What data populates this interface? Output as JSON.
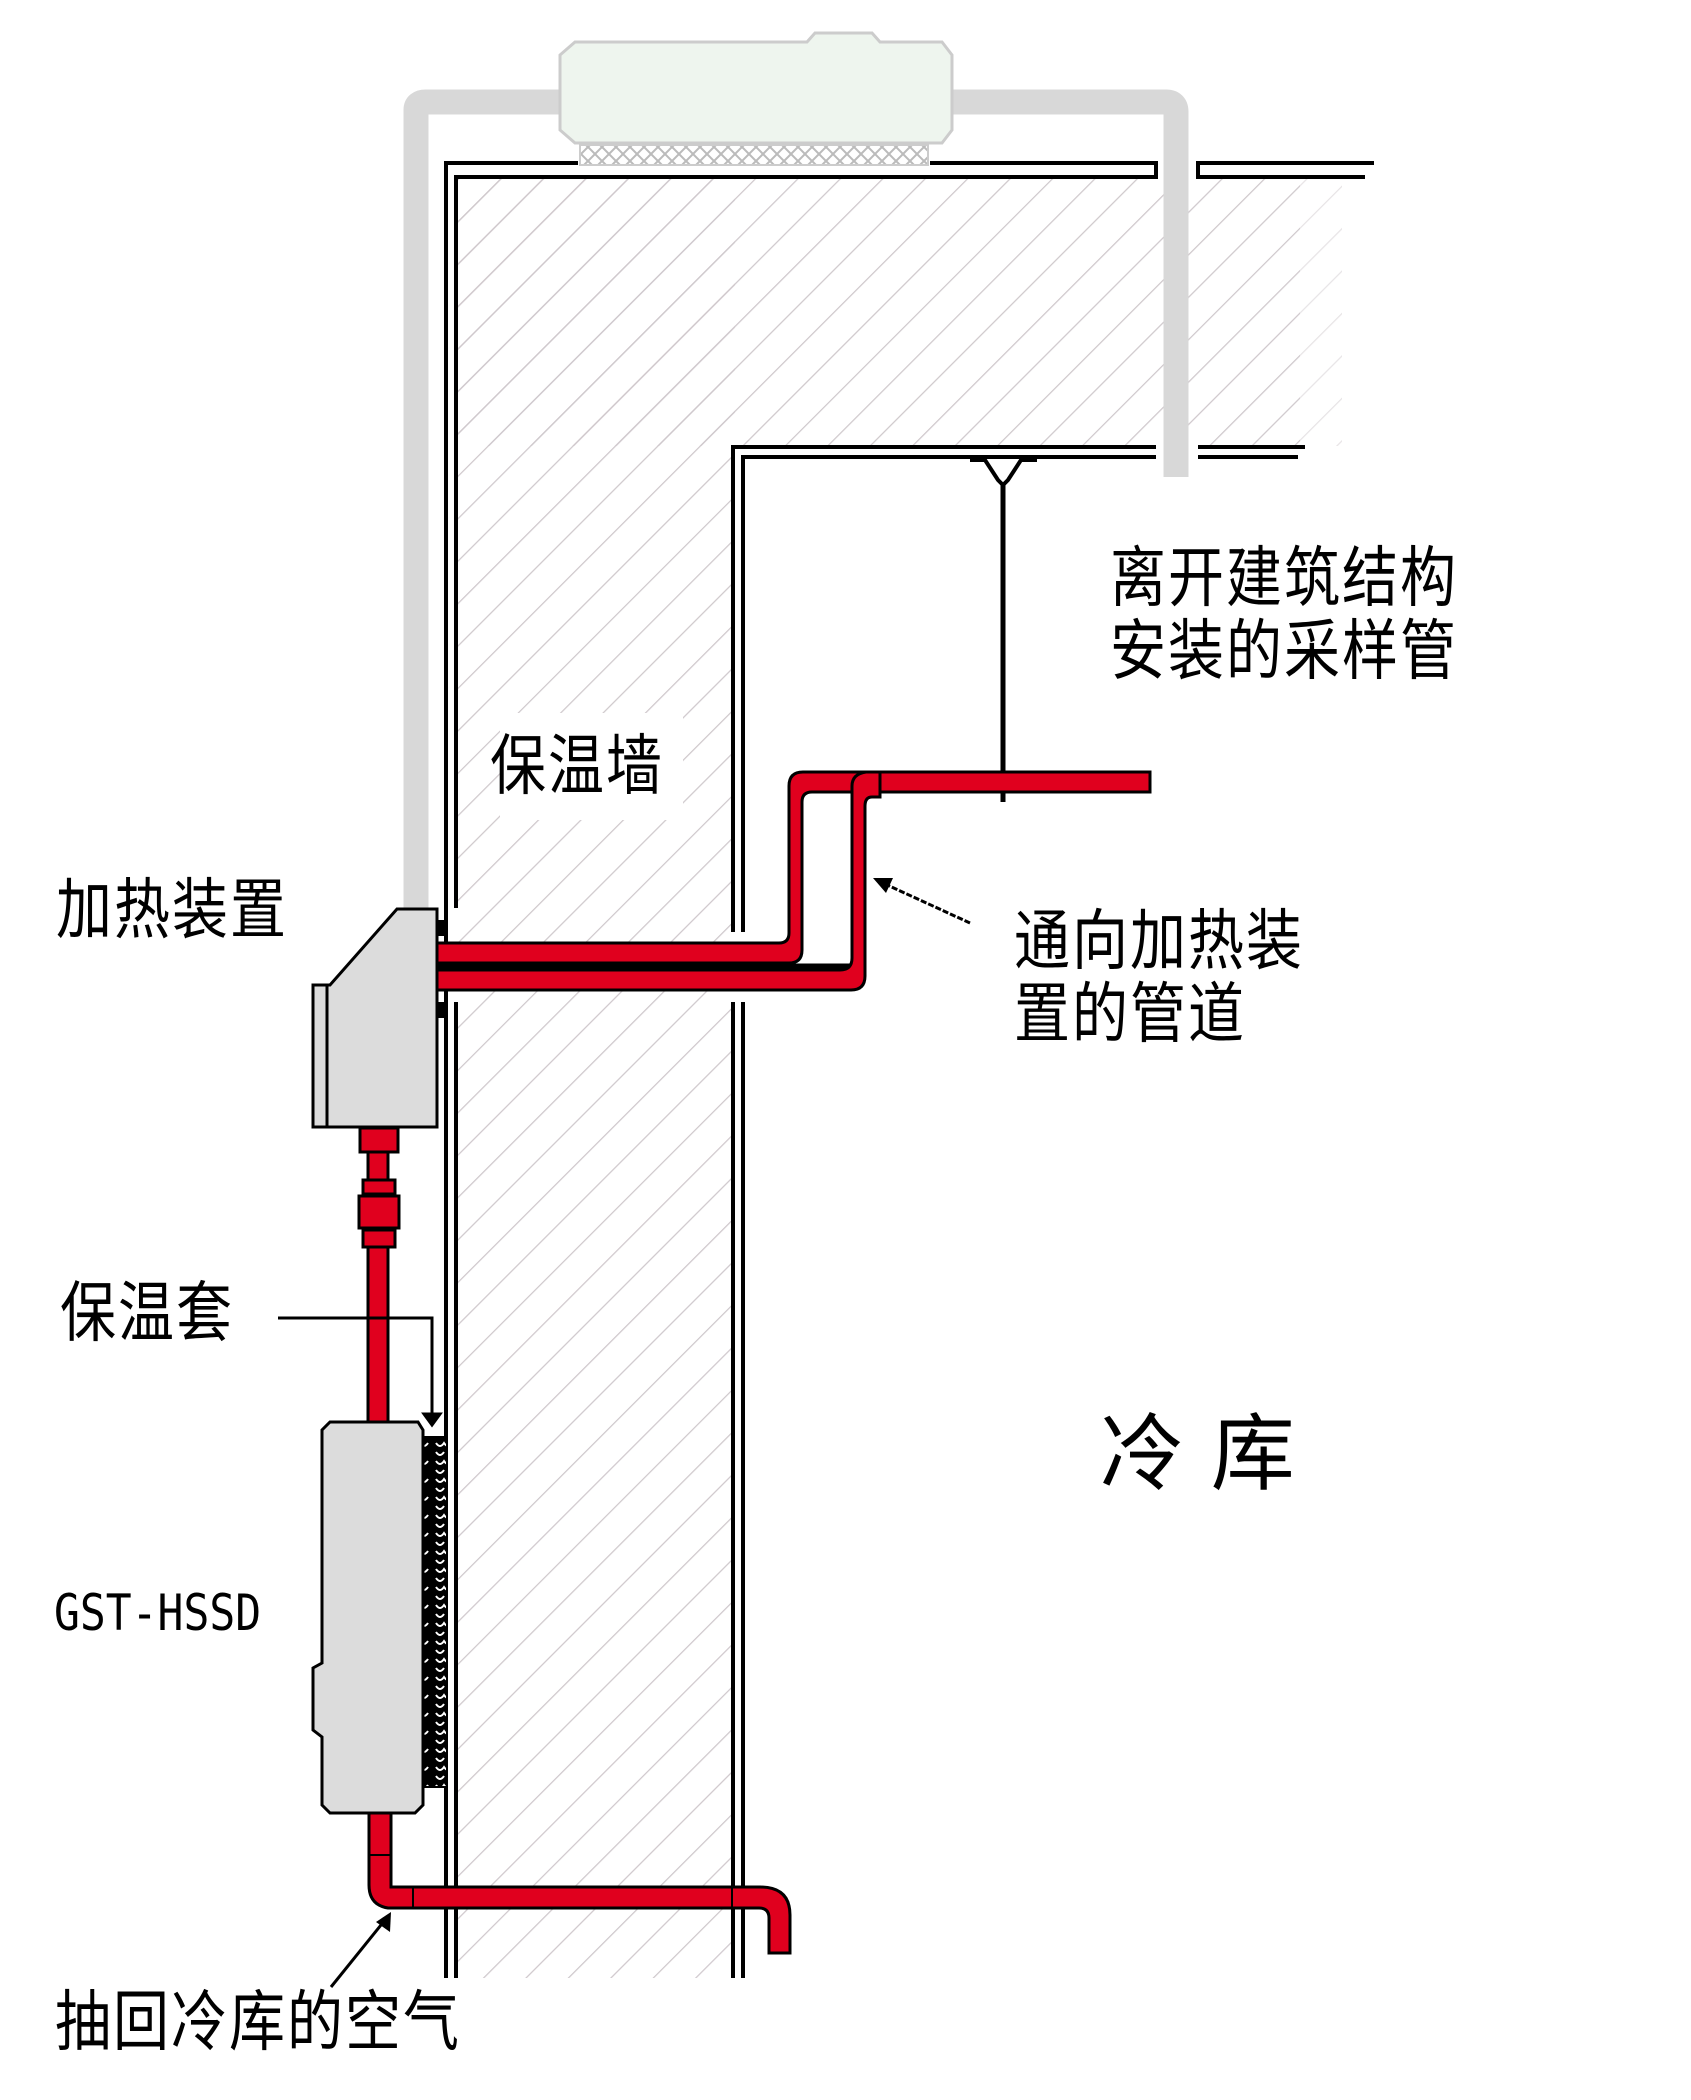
{
  "title": "冷库吸气式感烟火灾探测器安装示意",
  "labels": {
    "sampling_pipe": [
      "离开建筑结构",
      "安装的采样管"
    ],
    "insulated_wall": "保温墙",
    "heater": "加热装置",
    "pipe_to_heater": [
      "通向加热装",
      "置的管道"
    ],
    "insulation_jacket": "保温套",
    "detector_model": "GST-HSSD",
    "cold_storage": "冷 库",
    "return_air": "抽回冷库的空气"
  },
  "colors": {
    "pipe_red": "#e0001e",
    "outline": "#000000",
    "hatch": "#cfc8cc",
    "gray_pipe": "#d8d8d8",
    "device_fill": "#dcdcdc",
    "top_unit_fill": "#eef5ee"
  }
}
